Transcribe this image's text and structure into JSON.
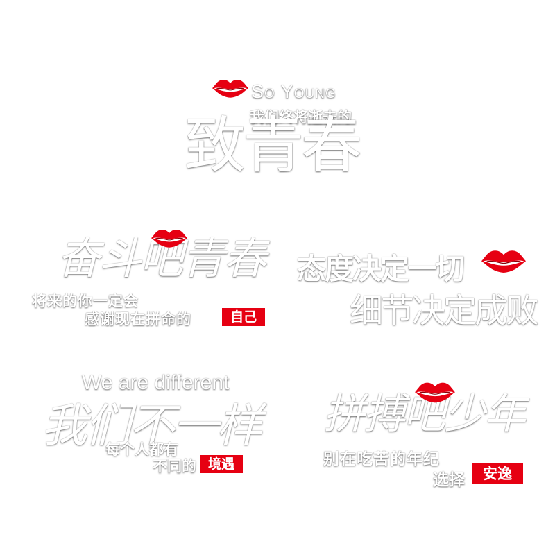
{
  "accent_color": "#e60012",
  "blocks": {
    "youth": {
      "en": "So Young",
      "sub": "我们终将逝去的",
      "main": "致青春",
      "icon": "red-lips-icon"
    },
    "strive": {
      "main": "奋斗吧青春",
      "line1": "将来的你一定会",
      "line2": "感谢现在拼命的",
      "badge": "自己",
      "icon": "red-lips-icon"
    },
    "attitude": {
      "line1": "态度决定一切",
      "line2": "细节决定成败",
      "icon": "red-lips-icon"
    },
    "different": {
      "en": "We are different",
      "main": "我们不一样",
      "line1": "每个人都有",
      "line2": "不同的",
      "badge": "境遇"
    },
    "fight": {
      "main": "拼搏吧少年",
      "line1": "别在吃苦的年纪",
      "line2": "选择",
      "badge": "安逸",
      "icon": "red-lips-icon"
    }
  }
}
